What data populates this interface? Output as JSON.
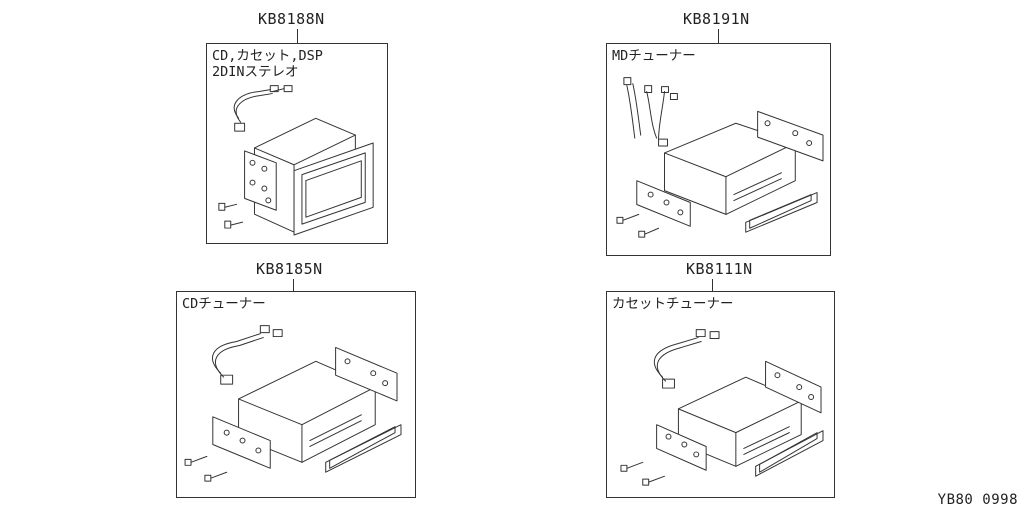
{
  "kits": [
    {
      "part_number": "KB8188N",
      "caption": "CD,カセット,DSP\n2DINステレオ"
    },
    {
      "part_number": "KB8191N",
      "caption": "MDチューナー"
    },
    {
      "part_number": "KB8185N",
      "caption": "CDチューナー"
    },
    {
      "part_number": "KB8111N",
      "caption": "カセットチューナー"
    }
  ],
  "reference_code": "YB80 0998"
}
